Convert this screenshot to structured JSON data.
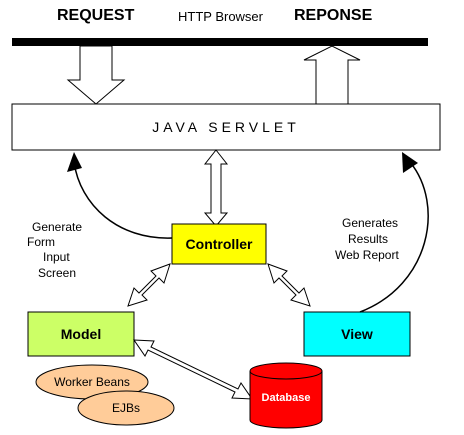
{
  "header": {
    "request": "REQUEST",
    "browser": "HTTP Browser",
    "response": "REPONSE"
  },
  "servlet": {
    "label": "JAVA SERVLET"
  },
  "controller": {
    "label": "Controller",
    "color": "#ffff00"
  },
  "model": {
    "label": "Model",
    "color": "#ccff66"
  },
  "view": {
    "label": "View",
    "color": "#00ffff"
  },
  "database": {
    "label": "Database",
    "color": "#ff0000"
  },
  "beans": {
    "worker": "Worker Beans",
    "ejbs": "EJBs",
    "color": "#ffcc99"
  },
  "left_note": [
    "Generate",
    "Form",
    "Input",
    "Screen"
  ],
  "right_note": [
    "Generates",
    "Results",
    "Web Report"
  ]
}
